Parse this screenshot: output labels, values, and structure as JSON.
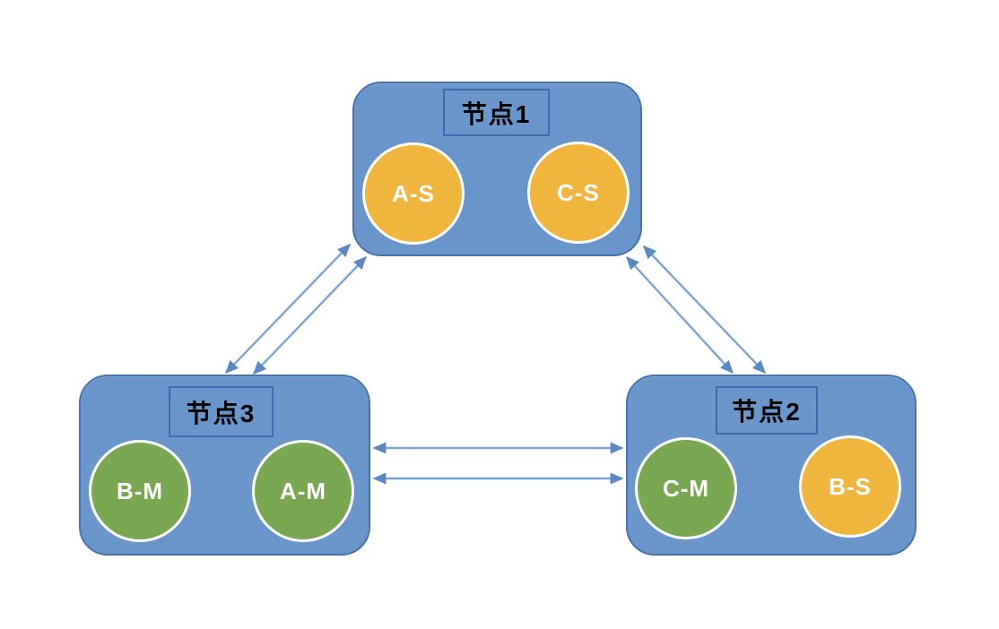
{
  "diagram": {
    "type": "cluster-topology-diagram",
    "background": "#ffffff",
    "colors": {
      "node_fill": "#6B96CB",
      "node_border": "#4A74A8",
      "title_box_border": "#3A6DB5",
      "title_text": "#000000",
      "shard_primary_green": "#7AA751",
      "shard_secondary_orange": "#F0B63E",
      "circle_border": "#ffffff",
      "circle_text": "#ffffff",
      "connector_line": "#7AA3DB",
      "connector_head": "#5C88C5"
    },
    "nodes": [
      {
        "id": "node1",
        "title": "节点1",
        "circles": [
          {
            "label": "A-S",
            "color": "orange"
          },
          {
            "label": "C-S",
            "color": "orange"
          }
        ]
      },
      {
        "id": "node3",
        "title": "节点3",
        "circles": [
          {
            "label": "B-M",
            "color": "green"
          },
          {
            "label": "A-M",
            "color": "green"
          }
        ]
      },
      {
        "id": "node2",
        "title": "节点2",
        "circles": [
          {
            "label": "C-M",
            "color": "green"
          },
          {
            "label": "B-S",
            "color": "orange"
          }
        ]
      }
    ],
    "connectors": [
      {
        "from": "node3",
        "to": "node1",
        "style": "double-headed-arrow",
        "lines": 2
      },
      {
        "from": "node1",
        "to": "node2",
        "style": "double-headed-arrow",
        "lines": 2
      },
      {
        "from": "node3",
        "to": "node2",
        "style": "double-headed-arrow",
        "lines": 2
      }
    ]
  }
}
